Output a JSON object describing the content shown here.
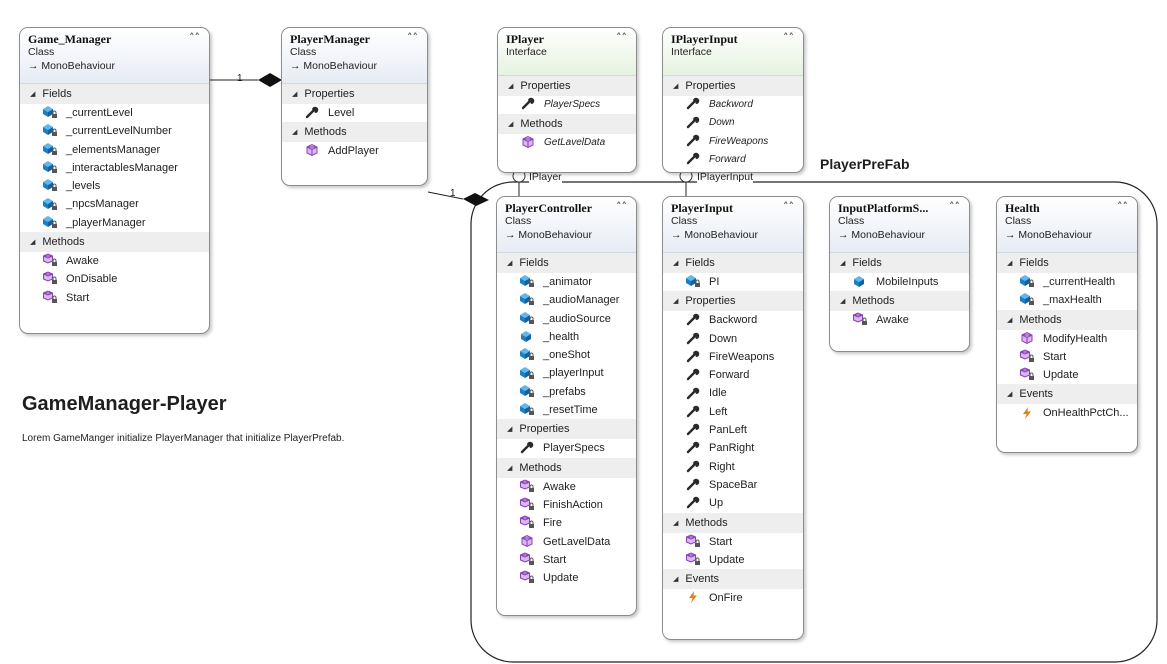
{
  "diagram": {
    "title": "GameManager-Player",
    "description": "Lorem GameManger initialize PlayerManager that initialize PlayerPrefab.",
    "group_label": "PlayerPreFab",
    "associations": [
      {
        "from": "Game_Manager",
        "to": "PlayerManager",
        "multiplicity": "1"
      },
      {
        "from": "PlayerManager",
        "to": "PlayerController",
        "multiplicity": "1"
      }
    ],
    "lollipops": [
      {
        "interface": "IPlayer",
        "implemented_by": "PlayerController",
        "label": "IPlayer"
      },
      {
        "interface": "IPlayerInput",
        "implemented_by": "PlayerInput",
        "label": "IPlayerInput"
      }
    ]
  },
  "icons": {
    "field": "field-icon",
    "private_field": "private-field-icon",
    "method": "method-icon",
    "private_method": "private-method-icon",
    "property": "wrench-property-icon",
    "event": "lightning-event-icon",
    "collapse": "double-chevron-up-icon",
    "expand": "triangle-expand-icon"
  },
  "colors": {
    "header_gradient_class": "#e7ecf4",
    "header_gradient_interface": "#e6f2e0",
    "section_bg": "#eeeeee",
    "field_icon": "#1e8fd5",
    "method_icon": "#8a3fb8",
    "event_icon": "#e0821b",
    "border": "#8c8c8c"
  },
  "shapes": {
    "game_manager": {
      "name": "Game_Manager",
      "stereotype": "Class",
      "base": "MonoBehaviour",
      "sections": [
        {
          "label": "Fields",
          "items": [
            {
              "text": "_currentLevel",
              "kind": "private_field"
            },
            {
              "text": "_currentLevelNumber",
              "kind": "private_field"
            },
            {
              "text": "_elementsManager",
              "kind": "private_field"
            },
            {
              "text": "_interactablesManager",
              "kind": "private_field"
            },
            {
              "text": "_levels",
              "kind": "private_field"
            },
            {
              "text": "_npcsManager",
              "kind": "private_field"
            },
            {
              "text": "_playerManager",
              "kind": "private_field"
            }
          ]
        },
        {
          "label": "Methods",
          "items": [
            {
              "text": "Awake",
              "kind": "private_method"
            },
            {
              "text": "OnDisable",
              "kind": "private_method"
            },
            {
              "text": "Start",
              "kind": "private_method"
            }
          ]
        }
      ]
    },
    "player_manager": {
      "name": "PlayerManager",
      "stereotype": "Class",
      "base": "MonoBehaviour",
      "sections": [
        {
          "label": "Properties",
          "items": [
            {
              "text": "Level",
              "kind": "property"
            }
          ]
        },
        {
          "label": "Methods",
          "items": [
            {
              "text": "AddPlayer",
              "kind": "method"
            }
          ]
        }
      ]
    },
    "iplayer": {
      "name": "IPlayer",
      "stereotype": "Interface",
      "sections": [
        {
          "label": "Properties",
          "items": [
            {
              "text": "PlayerSpecs",
              "kind": "property"
            }
          ]
        },
        {
          "label": "Methods",
          "items": [
            {
              "text": "GetLavelData",
              "kind": "method"
            }
          ]
        }
      ]
    },
    "iplayer_input": {
      "name": "IPlayerInput",
      "stereotype": "Interface",
      "sections": [
        {
          "label": "Properties",
          "items": [
            {
              "text": "Backword",
              "kind": "property"
            },
            {
              "text": "Down",
              "kind": "property"
            },
            {
              "text": "FireWeapons",
              "kind": "property"
            },
            {
              "text": "Forward",
              "kind": "property"
            }
          ]
        }
      ]
    },
    "player_controller": {
      "name": "PlayerController",
      "stereotype": "Class",
      "base": "MonoBehaviour",
      "sections": [
        {
          "label": "Fields",
          "items": [
            {
              "text": "_animator",
              "kind": "private_field"
            },
            {
              "text": "_audioManager",
              "kind": "private_field"
            },
            {
              "text": "_audioSource",
              "kind": "private_field"
            },
            {
              "text": "_health",
              "kind": "field"
            },
            {
              "text": "_oneShot",
              "kind": "private_field"
            },
            {
              "text": "_playerInput",
              "kind": "private_field"
            },
            {
              "text": "_prefabs",
              "kind": "private_field"
            },
            {
              "text": "_resetTime",
              "kind": "private_field"
            }
          ]
        },
        {
          "label": "Properties",
          "items": [
            {
              "text": "PlayerSpecs",
              "kind": "property"
            }
          ]
        },
        {
          "label": "Methods",
          "items": [
            {
              "text": "Awake",
              "kind": "private_method"
            },
            {
              "text": "FinishAction",
              "kind": "private_method"
            },
            {
              "text": "Fire",
              "kind": "private_method"
            },
            {
              "text": "GetLavelData",
              "kind": "method"
            },
            {
              "text": "Start",
              "kind": "private_method"
            },
            {
              "text": "Update",
              "kind": "private_method"
            }
          ]
        }
      ]
    },
    "player_input": {
      "name": "PlayerInput",
      "stereotype": "Class",
      "base": "MonoBehaviour",
      "sections": [
        {
          "label": "Fields",
          "items": [
            {
              "text": "PI",
              "kind": "private_field"
            }
          ]
        },
        {
          "label": "Properties",
          "items": [
            {
              "text": "Backword",
              "kind": "property"
            },
            {
              "text": "Down",
              "kind": "property"
            },
            {
              "text": "FireWeapons",
              "kind": "property"
            },
            {
              "text": "Forward",
              "kind": "property"
            },
            {
              "text": "Idle",
              "kind": "property"
            },
            {
              "text": "Left",
              "kind": "property"
            },
            {
              "text": "PanLeft",
              "kind": "property"
            },
            {
              "text": "PanRight",
              "kind": "property"
            },
            {
              "text": "Right",
              "kind": "property"
            },
            {
              "text": "SpaceBar",
              "kind": "property"
            },
            {
              "text": "Up",
              "kind": "property"
            }
          ]
        },
        {
          "label": "Methods",
          "items": [
            {
              "text": "Start",
              "kind": "private_method"
            },
            {
              "text": "Update",
              "kind": "private_method"
            }
          ]
        },
        {
          "label": "Events",
          "items": [
            {
              "text": "OnFire",
              "kind": "event"
            }
          ]
        }
      ]
    },
    "input_platform": {
      "name": "InputPlatformS...",
      "stereotype": "Class",
      "base": "MonoBehaviour",
      "sections": [
        {
          "label": "Fields",
          "items": [
            {
              "text": "MobileInputs",
              "kind": "field"
            }
          ]
        },
        {
          "label": "Methods",
          "items": [
            {
              "text": "Awake",
              "kind": "private_method"
            }
          ]
        }
      ]
    },
    "health": {
      "name": "Health",
      "stereotype": "Class",
      "base": "MonoBehaviour",
      "sections": [
        {
          "label": "Fields",
          "items": [
            {
              "text": "_currentHealth",
              "kind": "private_field"
            },
            {
              "text": "_maxHealth",
              "kind": "private_field"
            }
          ]
        },
        {
          "label": "Methods",
          "items": [
            {
              "text": "ModifyHealth",
              "kind": "method"
            },
            {
              "text": "Start",
              "kind": "private_method"
            },
            {
              "text": "Update",
              "kind": "private_method"
            }
          ]
        },
        {
          "label": "Events",
          "items": [
            {
              "text": "OnHealthPctCh...",
              "kind": "event"
            }
          ]
        }
      ]
    }
  }
}
